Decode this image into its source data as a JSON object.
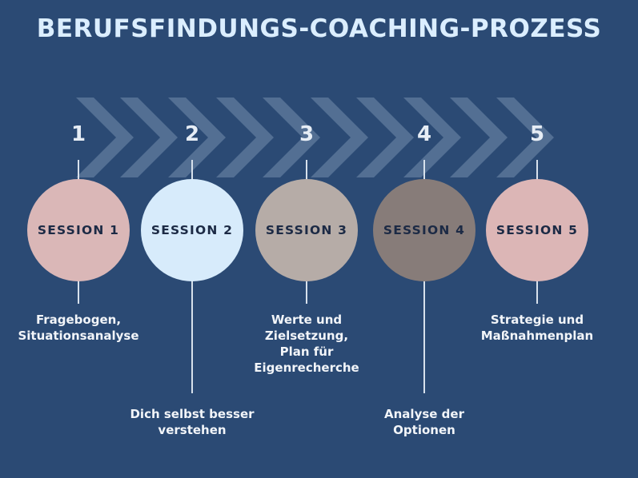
{
  "title": "BERUFSFINDUNGS-COACHING-PROZESS",
  "colors": {
    "background": "#2b4a74",
    "chevron": "#5b7699",
    "title": "#dbeeff"
  },
  "steps": [
    {
      "number": "1",
      "label": "SESSION 1",
      "description": "Fragebogen,\nSituationsanalyse",
      "position": "top",
      "fill": "#dab7b7",
      "text_color": "#1c2a45"
    },
    {
      "number": "2",
      "label": "SESSION 2",
      "description": "Dich selbst besser\nverstehen",
      "position": "bottom",
      "fill": "#d7ebfb",
      "text_color": "#1c2a45"
    },
    {
      "number": "3",
      "label": "SESSION 3",
      "description": "Werte und\nZielsetzung,\nPlan für\nEigenrecherche",
      "position": "top",
      "fill": "#b6aca7",
      "text_color": "#1c2a45"
    },
    {
      "number": "4",
      "label": "SESSION 4",
      "description": "Analyse der\nOptionen",
      "position": "bottom",
      "fill": "#877c79",
      "text_color": "#1c2a45"
    },
    {
      "number": "5",
      "label": "SESSION 5",
      "description": "Strategie und\nMaßnahmenplan",
      "position": "top",
      "fill": "#dcb6b6",
      "text_color": "#1c2a45"
    }
  ]
}
